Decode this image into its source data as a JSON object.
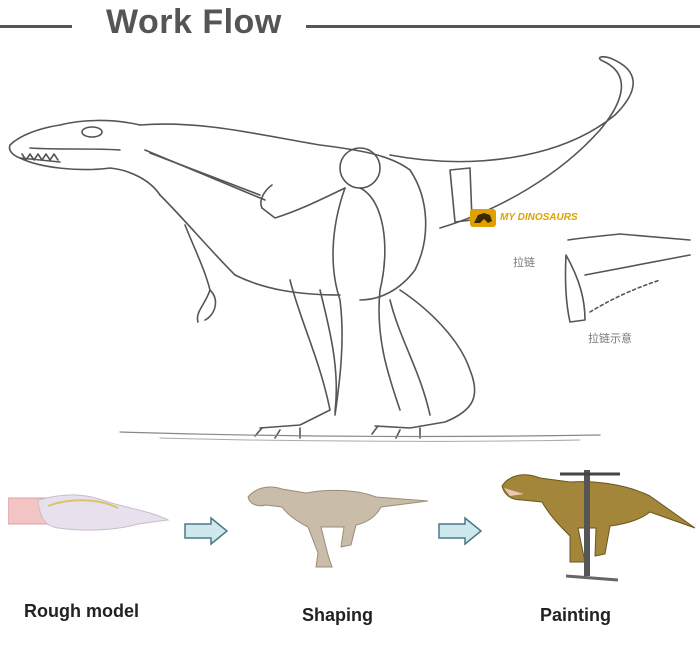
{
  "header": {
    "title": "Work Flow"
  },
  "sketch": {
    "logo_text": "MY DINOSAURS",
    "note_upper": "拉链",
    "note_lower": "拉链示意"
  },
  "workflow": {
    "steps": [
      {
        "label": "Rough model"
      },
      {
        "label": "Shaping"
      },
      {
        "label": "Painting"
      }
    ]
  },
  "colors": {
    "heading": "#555555",
    "arrow_fill": "#cfe8ee",
    "arrow_stroke": "#4a7a85",
    "logo": "#e0a000"
  }
}
